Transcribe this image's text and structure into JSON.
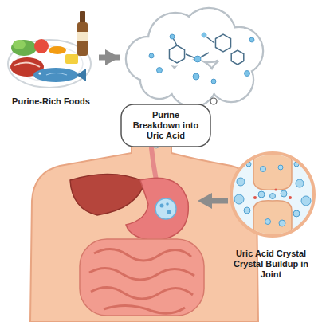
{
  "diagram": {
    "nodes": [
      {
        "text": [
          "Purine-Rich Foods"
        ]
      },
      {
        "text": [
          "Purine Breakdown into Uric Acid"
        ]
      },
      {
        "text": [
          "Uric Acid Crystal Crystal Buildup in Joint"
        ]
      }
    ],
    "edges": [
      {
        "from": 0,
        "to": 1,
        "arrow": "to"
      }
    ]
  }
}
